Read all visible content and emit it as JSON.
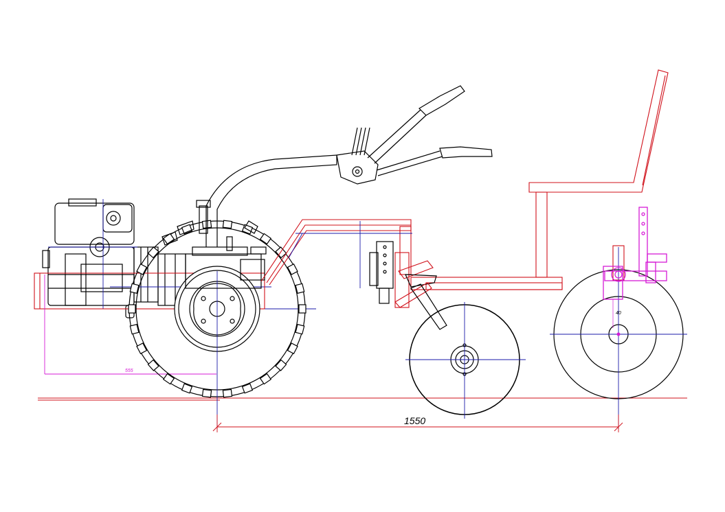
{
  "dimensions": {
    "wheelbase_label": "1550",
    "offset_label": "555",
    "wheel_small_label": "40"
  },
  "colors": {
    "outline": "#000000",
    "frame": "#d0101a",
    "centerline": "#1a1aa8",
    "bracket": "#d61ad6"
  }
}
